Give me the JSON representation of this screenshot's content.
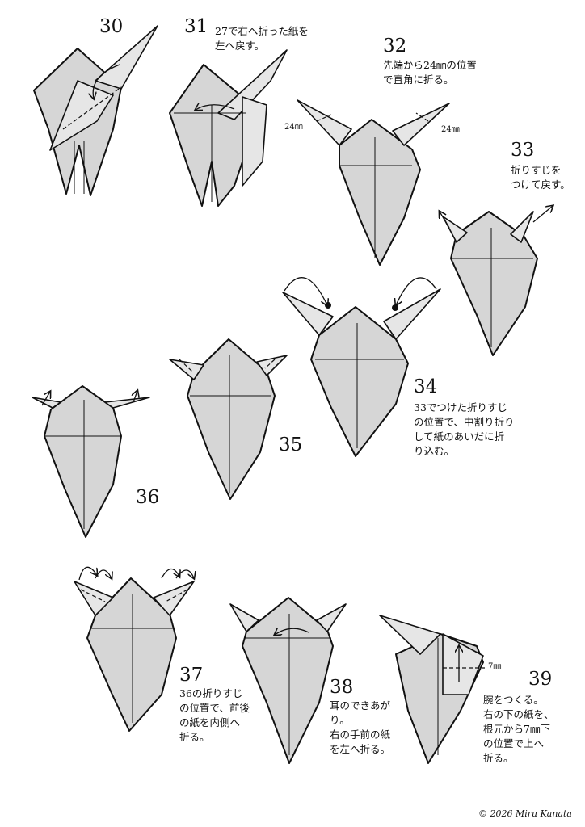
{
  "steps": [
    {
      "number": "30",
      "caption": ""
    },
    {
      "number": "31",
      "caption": "27で右へ折った紙を\n左へ戻す。"
    },
    {
      "number": "32",
      "caption": "先端から24㎜の位置\nで直角に折る。"
    },
    {
      "number": "33",
      "caption": "折りすじを\nつけて戻す。"
    },
    {
      "number": "34",
      "caption": "33でつけた折りすじ\nの位置で、中割り折り\nして紙のあいだに折\nり込む。"
    },
    {
      "number": "35",
      "caption": ""
    },
    {
      "number": "36",
      "caption": ""
    },
    {
      "number": "37",
      "caption": "36の折りすじ\nの位置で、前後\nの紙を内側へ\n折る。"
    },
    {
      "number": "38",
      "caption": "耳のできあが\nり。\n右の手前の紙\nを左へ折る。"
    },
    {
      "number": "39",
      "caption": "腕をつくる。\n右の下の紙を、\n根元から7㎜下\nの位置で上へ\n折る。"
    }
  ],
  "measurements": {
    "left_24": "24㎜",
    "right_24": "24㎜",
    "seven": "7㎜"
  },
  "credit": "© 2026 Miru Kanata"
}
